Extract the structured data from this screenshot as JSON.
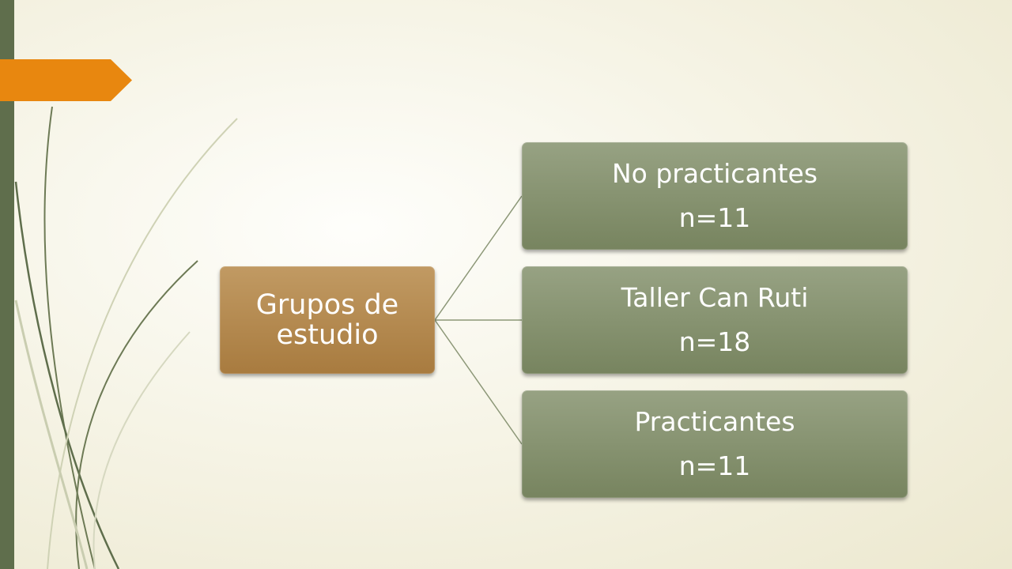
{
  "slide": {
    "accent_colors": {
      "left_bar": "#5f6e4c",
      "orange_tab": "#e8870f",
      "root_box": "#b08447",
      "child_box": "#87936f",
      "connector": "#8c9777"
    }
  },
  "diagram": {
    "root": {
      "label": "Grupos de estudio"
    },
    "children": [
      {
        "title": "No practicantes",
        "count": "n=11"
      },
      {
        "title": "Taller Can Ruti",
        "count": "n=18"
      },
      {
        "title": "Practicantes",
        "count": "n=11"
      }
    ]
  }
}
